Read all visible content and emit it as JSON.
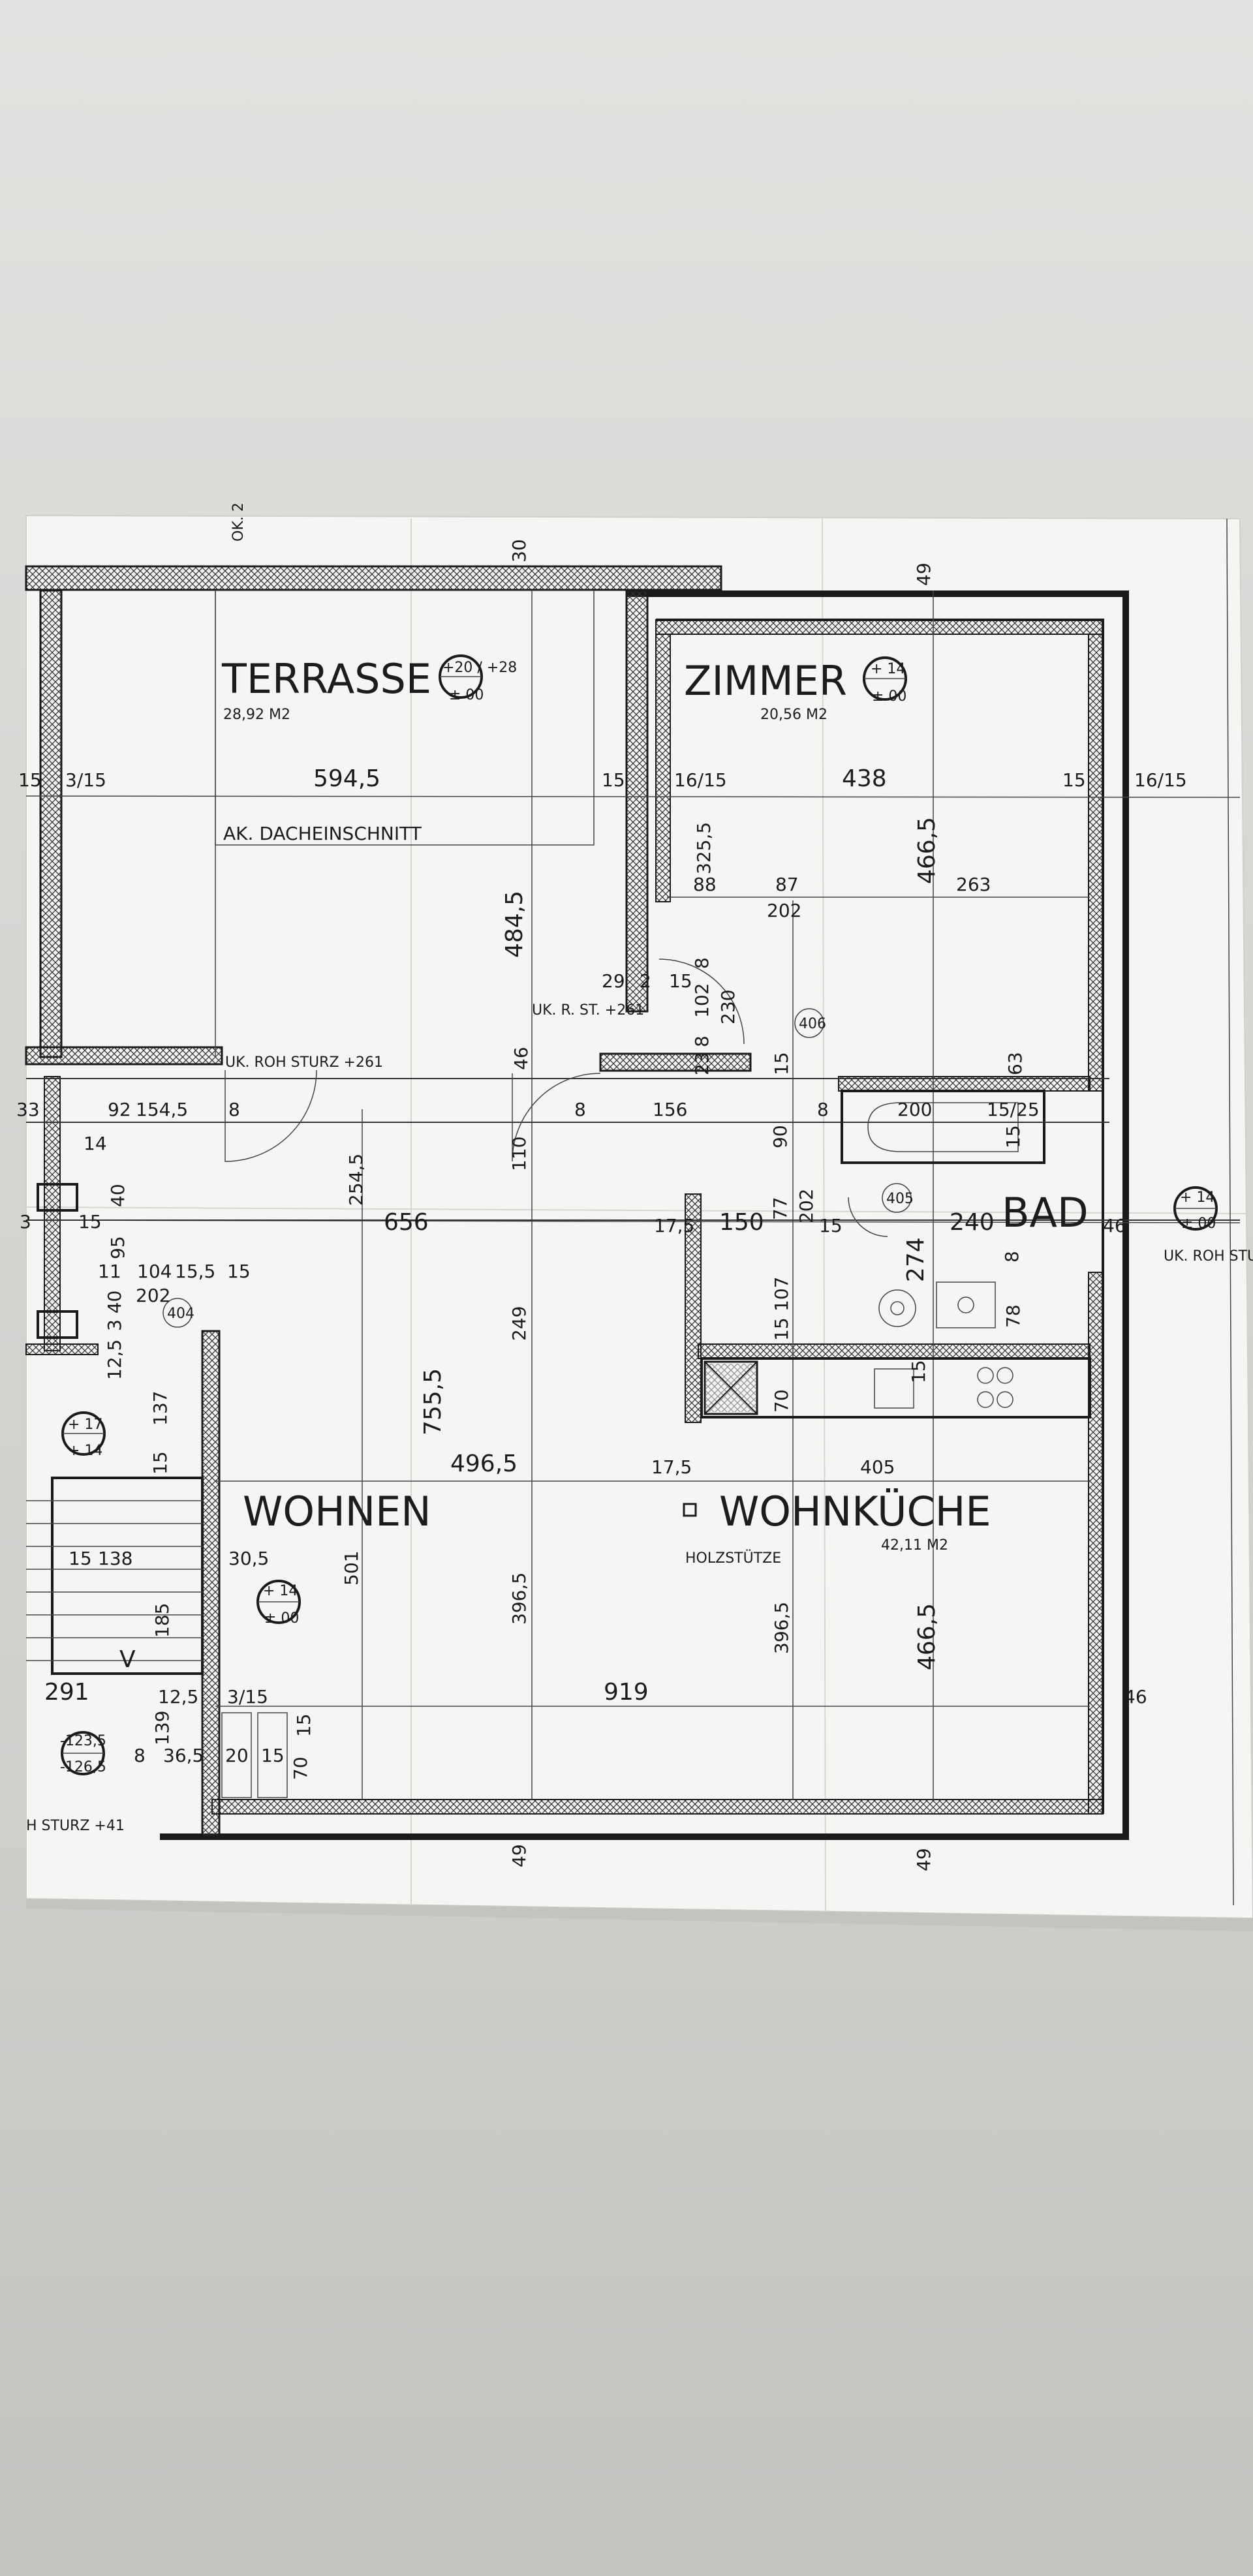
{
  "rooms": {
    "terrasse": {
      "name": "TERRASSE",
      "area": "28,92 M2",
      "level_top": "+20 / +28",
      "level_bottom": "± 00",
      "note": "AK. DACHEINSCHNITT"
    },
    "zimmer": {
      "name": "ZIMMER",
      "area": "20,56 M2",
      "level_top": "+ 14",
      "level_bottom": "± 00"
    },
    "bad": {
      "name": "BAD",
      "level_top": "+ 14",
      "level_bottom": "± 00",
      "note": "UK. ROH STURZ"
    },
    "wohnen": {
      "name": "WOHNEN",
      "level_top": "+ 14",
      "level_bottom": "± 00"
    },
    "wohnkueche": {
      "name": "WOHNKÜCHE",
      "area": "42,11 M2",
      "note": "HOLZSTÜTZE"
    },
    "stair": {
      "level_top": "+ 17",
      "level_bottom": "+ 14",
      "arrow_label": "V",
      "lower_top": "-123,5",
      "lower_bottom": "-126,5"
    }
  },
  "annotations": {
    "uk_roh_sturz": "UK. ROH STURZ +261",
    "uk_r_st": "UK. R. ST. +261",
    "roh_sturz_41": "H STURZ +41",
    "ok": "OK. 2",
    "door_406": "406",
    "door_405": "405",
    "door_404": "404"
  },
  "dimensions": {
    "top": [
      "30",
      "49",
      "15",
      "3/15",
      "594,5",
      "15",
      "16/15",
      "438",
      "15",
      "16/15"
    ],
    "terrasse_zone": [
      "484,5",
      "325,5",
      "466,5",
      "88",
      "87",
      "202",
      "263",
      "29",
      "2",
      "15",
      "102",
      "230",
      "8",
      "8",
      "23",
      "46",
      "15",
      "63"
    ],
    "middle": [
      "33",
      "92",
      "154,5",
      "8",
      "14",
      "40",
      "95",
      "254,5",
      "110",
      "8",
      "156",
      "8",
      "200",
      "15/25",
      "90",
      "15",
      "3",
      "15",
      "656",
      "17,5",
      "150",
      "77",
      "202",
      "15",
      "240",
      "46",
      "11",
      "104",
      "15,5",
      "15",
      "202",
      "274",
      "8",
      "3 40",
      "12,5",
      "107",
      "78",
      "15",
      "249",
      "137",
      "70",
      "15",
      "755,5",
      "496,5",
      "17,5",
      "405",
      "15"
    ],
    "lower": [
      "15",
      "138",
      "30,5",
      "501",
      "396,5",
      "396,5",
      "466,5",
      "185",
      "291",
      "12,5",
      "3/15",
      "919",
      "46",
      "139",
      "15",
      "8",
      "36,5",
      "20",
      "15",
      "70",
      "49",
      "49"
    ]
  },
  "colors": {
    "paper": "#f4f4f2",
    "ink": "#1a1a1a",
    "background": "#d6d5d2"
  }
}
